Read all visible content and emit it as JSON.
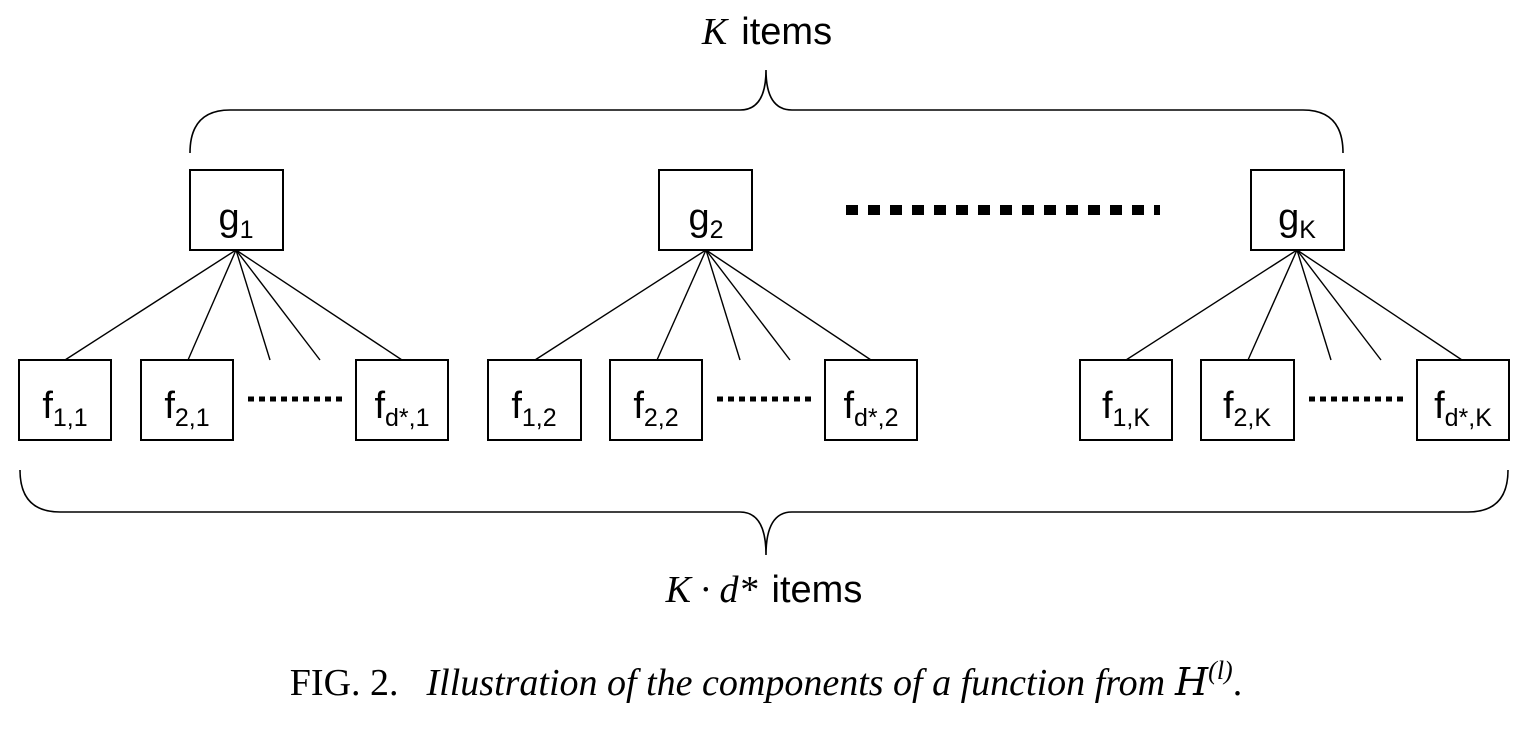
{
  "top_brace": {
    "symbol": "K",
    "text": "items"
  },
  "bottom_brace": {
    "symbol": "K · d*",
    "text": "items"
  },
  "groups": [
    {
      "g": {
        "base": "g",
        "sub": "1"
      },
      "leaves": [
        {
          "base": "f",
          "sub": "1,1"
        },
        {
          "base": "f",
          "sub": "2,1"
        },
        {
          "base": "f",
          "sub": "d*,1"
        }
      ]
    },
    {
      "g": {
        "base": "g",
        "sub": "2"
      },
      "leaves": [
        {
          "base": "f",
          "sub": "1,2"
        },
        {
          "base": "f",
          "sub": "2,2"
        },
        {
          "base": "f",
          "sub": "d*,2"
        }
      ]
    },
    {
      "g": {
        "base": "g",
        "sub": "K"
      },
      "leaves": [
        {
          "base": "f",
          "sub": "1,K"
        },
        {
          "base": "f",
          "sub": "2,K"
        },
        {
          "base": "f",
          "sub": "d*,K"
        }
      ]
    }
  ],
  "caption": {
    "label": "FIG. 2.",
    "text": "Illustration of the components of a function from",
    "math": "H",
    "sup": "(l)",
    "end": "."
  }
}
